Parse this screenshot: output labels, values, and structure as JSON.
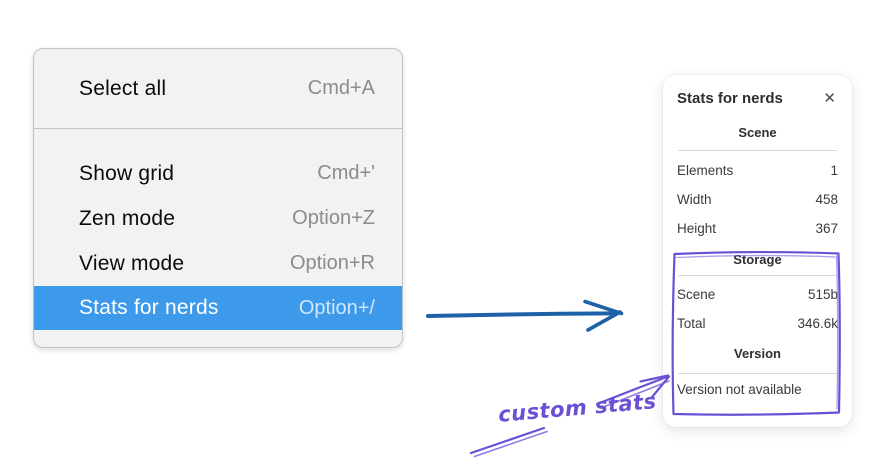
{
  "menu": {
    "items": [
      {
        "label": "Select all",
        "shortcut": "Cmd+A"
      },
      {
        "label": "Show grid",
        "shortcut": "Cmd+'"
      },
      {
        "label": "Zen mode",
        "shortcut": "Option+Z"
      },
      {
        "label": "View mode",
        "shortcut": "Option+R"
      },
      {
        "label": "Stats for nerds",
        "shortcut": "Option+/",
        "selected": true
      }
    ]
  },
  "stats_panel": {
    "title": "Stats for nerds",
    "close_icon": "✕",
    "sections": [
      {
        "heading": "Scene",
        "rows": [
          [
            "Elements",
            "1"
          ],
          [
            "Width",
            "458"
          ],
          [
            "Height",
            "367"
          ]
        ]
      },
      {
        "heading": "Storage",
        "rows": [
          [
            "Scene",
            "515b"
          ],
          [
            "Total",
            "346.6k"
          ]
        ]
      },
      {
        "heading": "Version",
        "note": "Version not available"
      }
    ]
  },
  "annotation": {
    "label": "custom stats"
  },
  "colors": {
    "highlight_blue": "#3d99e9",
    "arrow_blue": "#1d61a7",
    "annotation_purple": "#6b50d7",
    "menu_bg": "#f2f2f3",
    "menu_border": "#c4c4c7",
    "shortcut_gray": "#8b8b90",
    "panel_text": "#38383d",
    "divider_gray": "#d5d8dd"
  }
}
